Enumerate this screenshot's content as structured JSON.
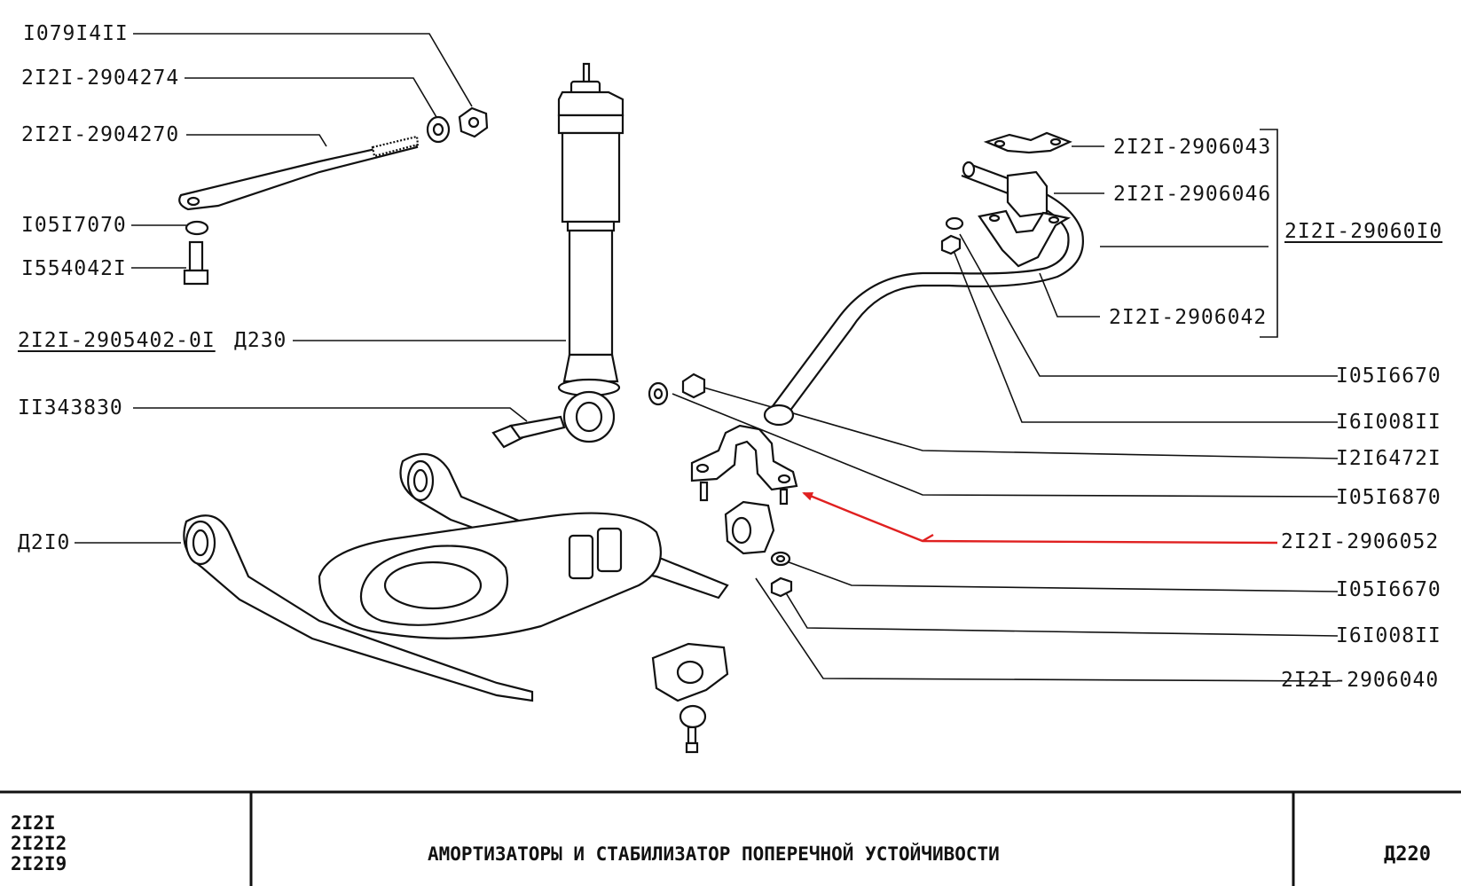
{
  "diagram": {
    "labels": {
      "washer_upper_nut": "I079I4II",
      "washer_spacer": "2I2I-2904274",
      "tie_rod": "2I2I-2904270",
      "washer_spring_small": "I05I7070",
      "bolt_rod": "I554042I",
      "shock_absorber": "2I2I-2905402-0I",
      "shock_page_ref": "Д230",
      "shock_bolt": "II343830",
      "lower_arm": "Д2I0",
      "bracket_clamp_top": "2I2I-2906043",
      "cushion_top": "2I2I-2906046",
      "stabilizer_bar": "2I2I-29060I0",
      "bracket_bottom": "2I2I-2906042",
      "spring_washer_r1": "I05I6670",
      "nut_r1": "I6I008II",
      "bolt_r": "I2I6472I",
      "spring_washer_r2": "I05I6870",
      "cushion_bracket": "2I2I-2906052",
      "spring_washer_r3": "I05I6670",
      "nut_r2": "I6I008II",
      "cushion_lower": "2I2I-2906040"
    },
    "highlight_color": "#e02020"
  },
  "title_block": {
    "models": [
      "2I2I",
      "2I2I2",
      "2I2I9"
    ],
    "title": "АМОРТИЗАТОРЫ И СТАБИЛИЗАТОР ПОПЕРЕЧНОЙ УСТОЙЧИВОСТИ",
    "page": "Д220"
  }
}
